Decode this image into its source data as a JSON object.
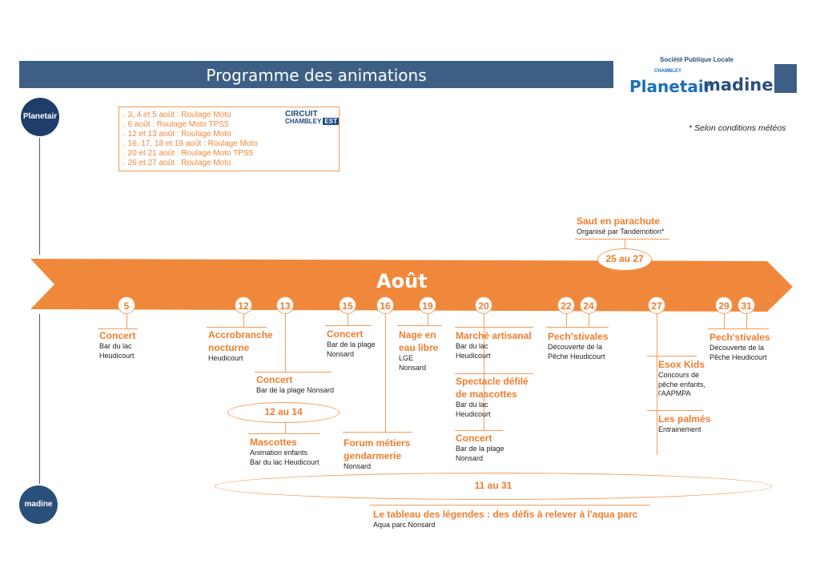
{
  "header": {
    "title": "Programme des animations",
    "org": "Société Publique Locale",
    "logo_planetair_top": "CHAMBLEY",
    "logo_planetair": "Planetair",
    "logo_madine": "madine"
  },
  "side_logos": {
    "top": "Planetair",
    "bottom": "madine"
  },
  "note": "* Selon conditions météos",
  "moto_box": {
    "lines": [
      ". 3, 4 et 5 août : Roulage Moto",
      ". 6 août : Roulage Moto TPS5",
      ". 12 et 13 août : Roulage Moto",
      ". 16, 17, 18 et 19 août : Roulage Moto",
      ". 20 et 21 août : Roulage Moto TPS5",
      ". 26 et 27 août : Roulage Moto"
    ],
    "logo_line1": "CIRCUIT",
    "logo_line2": "CHAMBLEY",
    "logo_tag": "EST"
  },
  "timeline": {
    "month": "Août",
    "days": [
      "5",
      "12",
      "13",
      "15",
      "16",
      "19",
      "20",
      "22",
      "24",
      "27",
      "29",
      "31"
    ],
    "range_12_14": "12 au 14",
    "range_25_27": "25 au 27",
    "range_11_31": "11 au 31"
  },
  "events": {
    "concert_5": {
      "title": "Concert",
      "sub": [
        "Bar du lac",
        "Heudicourt"
      ]
    },
    "accrobranche": {
      "title": [
        "Accrobranche",
        "nocturne"
      ],
      "sub": [
        "Heudicourt"
      ]
    },
    "concert_13": {
      "title": "Concert",
      "sub": [
        "Bar de la plage Nonsard"
      ]
    },
    "mascottes": {
      "title": "Mascottes",
      "sub": [
        "Animation enfants",
        "Bar du lac Heudicourt"
      ]
    },
    "concert_15": {
      "title": "Concert",
      "sub": [
        "Bar de la plage",
        "Nonsard"
      ]
    },
    "forum": {
      "title": [
        "Forum métiers",
        "gendarmerie"
      ],
      "sub": [
        "Nonsard"
      ]
    },
    "nage": {
      "title": [
        "Nage en",
        "eau libre"
      ],
      "sub": [
        "LGE",
        "Nonsard"
      ]
    },
    "marche": {
      "title": "Marché artisanal",
      "sub": [
        "Bar du lac",
        "Heudicourt"
      ]
    },
    "spectacle": {
      "title": [
        "Spectacle défilé",
        "de mascottes"
      ],
      "sub": [
        "Bar du lac",
        "Heudicourt"
      ]
    },
    "concert_20": {
      "title": "Concert",
      "sub": [
        "Bar de la plage",
        "Nonsard"
      ]
    },
    "pech_22": {
      "title": "Pech'stivales",
      "sub": [
        "Découverte de la",
        "Pêche Heudicourt"
      ]
    },
    "saut": {
      "title": "Saut en parachute",
      "sub": "Organisé par Tandemotion*"
    },
    "esox": {
      "title": "Esox Kids",
      "sub": [
        "Concours de",
        "pêche enfants,",
        "l'AAPMPA"
      ]
    },
    "palmes": {
      "title": "Les palmés",
      "sub": [
        "Entrainement"
      ]
    },
    "pech_29": {
      "title": "Pech'stivales",
      "sub": [
        "Découverte de la",
        "Pêche Heudicourt"
      ]
    },
    "legendes": {
      "title": "Le tableau des légendes : des défis à relever à l'aqua parc",
      "sub": "Aqua parc Nonsard"
    }
  },
  "colors": {
    "header": "#3d5f86",
    "arrow": "#f0883b",
    "accent": "#ef7d2d"
  }
}
